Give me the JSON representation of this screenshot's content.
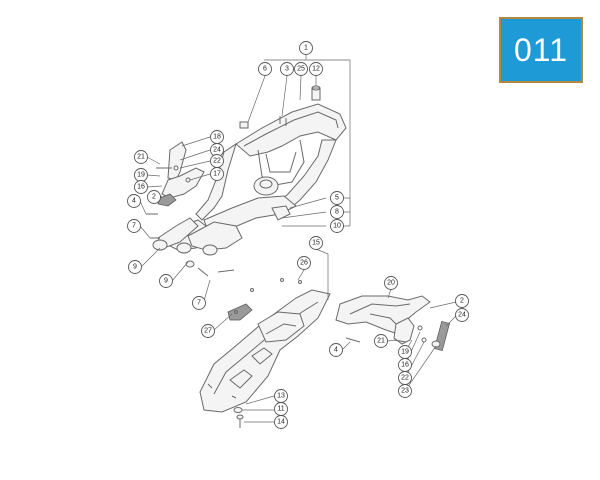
{
  "page_code": "011",
  "callout_labels": {
    "c1": "1",
    "c6": "6",
    "c3": "3",
    "c25": "25",
    "c12": "12",
    "c18": "18",
    "c24a": "24",
    "c21a": "21",
    "c22a": "22",
    "c19a": "19",
    "c17": "17",
    "c16a": "16",
    "c2a": "2",
    "c4a": "4",
    "c7a": "7",
    "c5": "5",
    "c8": "8",
    "c10": "10",
    "c9a": "9",
    "c9b": "9",
    "c7b": "7",
    "c15": "15",
    "c26": "26",
    "c27": "27",
    "c20": "20",
    "c2b": "2",
    "c24b": "24",
    "c4b": "4",
    "c21b": "21",
    "c19b": "19",
    "c16b": "16",
    "c22b": "22",
    "c23": "23",
    "c13": "13",
    "c11": "11",
    "c14": "14"
  },
  "colors": {
    "badge_bg": "#1e9bd7",
    "badge_border": "#b08a3c",
    "line": "#6a6a6a"
  }
}
